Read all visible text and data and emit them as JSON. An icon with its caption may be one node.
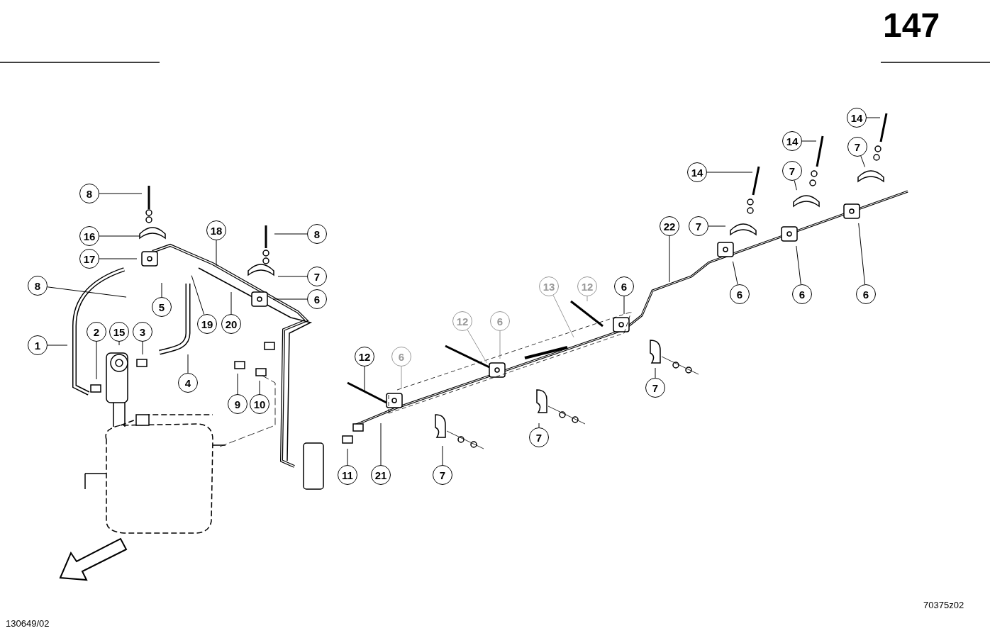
{
  "diagram": {
    "nodes": [
      {
        "text": [
          "8"
        ]
      },
      {
        "text": [
          "16"
        ]
      },
      {
        "text": [
          "17"
        ]
      },
      {
        "text": [
          "8"
        ]
      },
      {
        "text": [
          "1"
        ]
      },
      {
        "text": [
          "2"
        ]
      },
      {
        "text": [
          "15"
        ]
      },
      {
        "text": [
          "3"
        ]
      },
      {
        "text": [
          "5"
        ]
      },
      {
        "text": [
          "18"
        ]
      },
      {
        "text": [
          "8"
        ]
      },
      {
        "text": [
          "7"
        ]
      },
      {
        "text": [
          "6"
        ]
      },
      {
        "text": [
          "19"
        ]
      },
      {
        "text": [
          "20"
        ]
      },
      {
        "text": [
          "4"
        ]
      },
      {
        "text": [
          "9"
        ]
      },
      {
        "text": [
          "10"
        ]
      },
      {
        "text": [
          "12"
        ]
      },
      {
        "text": [
          "6"
        ]
      },
      {
        "text": [
          "11"
        ]
      },
      {
        "text": [
          "21"
        ]
      },
      {
        "text": [
          "7"
        ]
      },
      {
        "text": [
          "12"
        ]
      },
      {
        "text": [
          "6"
        ]
      },
      {
        "text": [
          "13"
        ]
      },
      {
        "text": [
          "12"
        ]
      },
      {
        "text": [
          "6"
        ]
      },
      {
        "text": [
          "7"
        ]
      },
      {
        "text": [
          "7"
        ]
      },
      {
        "text": [
          "22"
        ]
      },
      {
        "text": [
          "7"
        ]
      },
      {
        "text": [
          "14"
        ]
      },
      {
        "text": [
          "6"
        ]
      },
      {
        "text": [
          "14"
        ]
      },
      {
        "text": [
          "7"
        ]
      },
      {
        "text": [
          "6"
        ]
      },
      {
        "text": [
          "14"
        ]
      },
      {
        "text": [
          "7"
        ]
      },
      {
        "text": [
          "6"
        ]
      }
    ],
    "edges": [
      {
        "from": 0,
        "to": null,
        "arrow": "none"
      },
      {
        "from": 1,
        "to": null,
        "arrow": "none"
      },
      {
        "from": 2,
        "to": null,
        "arrow": "none"
      },
      {
        "from": 3,
        "to": null,
        "arrow": "none"
      },
      {
        "from": 4,
        "to": null,
        "arrow": "none"
      },
      {
        "from": 5,
        "to": null,
        "arrow": "none"
      },
      {
        "from": 6,
        "to": null,
        "arrow": "none"
      },
      {
        "from": 7,
        "to": null,
        "arrow": "none"
      },
      {
        "from": 8,
        "to": null,
        "arrow": "none"
      },
      {
        "from": 9,
        "to": null,
        "arrow": "none"
      },
      {
        "from": 10,
        "to": null,
        "arrow": "none"
      },
      {
        "from": 11,
        "to": null,
        "arrow": "none"
      },
      {
        "from": 12,
        "to": null,
        "arrow": "none"
      },
      {
        "from": 13,
        "to": null,
        "arrow": "none"
      },
      {
        "from": 14,
        "to": null,
        "arrow": "none"
      },
      {
        "from": 15,
        "to": null,
        "arrow": "none"
      },
      {
        "from": 16,
        "to": null,
        "arrow": "none"
      },
      {
        "from": 17,
        "to": null,
        "arrow": "none"
      },
      {
        "from": 18,
        "to": null,
        "arrow": "none"
      },
      {
        "from": 19,
        "to": null,
        "arrow": "none",
        "color": "#999999"
      },
      {
        "from": 20,
        "to": null,
        "arrow": "none"
      },
      {
        "from": 21,
        "to": null,
        "arrow": "none"
      },
      {
        "from": 22,
        "to": null,
        "arrow": "none"
      },
      {
        "from": 23,
        "to": null,
        "arrow": "none",
        "color": "#999999"
      },
      {
        "from": 24,
        "to": null,
        "arrow": "none",
        "color": "#999999"
      },
      {
        "from": 25,
        "to": null,
        "arrow": "none",
        "color": "#999999"
      },
      {
        "from": 26,
        "to": null,
        "arrow": "none",
        "color": "#999999"
      },
      {
        "from": 27,
        "to": null,
        "arrow": "none"
      },
      {
        "from": 28,
        "to": null,
        "arrow": "none"
      },
      {
        "from": 29,
        "to": null,
        "arrow": "none"
      },
      {
        "from": 30,
        "to": null,
        "arrow": "none"
      },
      {
        "from": 31,
        "to": null,
        "arrow": "none"
      },
      {
        "from": 32,
        "to": null,
        "arrow": "none"
      },
      {
        "from": 33,
        "to": null,
        "arrow": "none"
      },
      {
        "from": 34,
        "to": null,
        "arrow": "none"
      },
      {
        "from": 35,
        "to": null,
        "arrow": "none"
      },
      {
        "from": 36,
        "to": null,
        "arrow": "none"
      },
      {
        "from": 37,
        "to": null,
        "arrow": "none"
      },
      {
        "from": 38,
        "to": null,
        "arrow": "none"
      },
      {
        "from": 39,
        "to": null,
        "arrow": "none"
      }
    ],
    "labels": [
      "147",
      "70375z02",
      "130649/02"
    ]
  }
}
